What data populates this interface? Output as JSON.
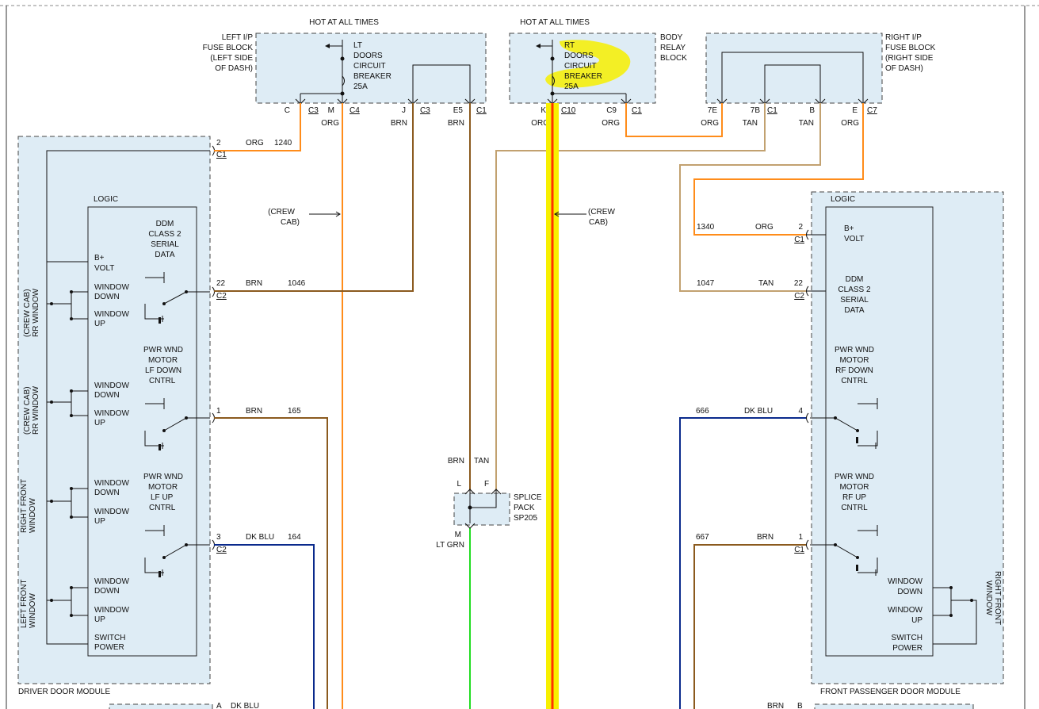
{
  "hot_at_all_times": "HOT AT ALL TIMES",
  "left_fuse_block": {
    "line1": "LEFT I/P",
    "line2": "FUSE BLOCK",
    "line3": "(LEFT SIDE",
    "line4": "OF DASH)"
  },
  "lt_breaker": {
    "line1": "LT",
    "line2": "DOORS",
    "line3": "CIRCUIT",
    "line4": "BREAKER",
    "line5": "25A"
  },
  "rt_breaker": {
    "line1": "RT",
    "line2": "DOORS",
    "line3": "CIRCUIT",
    "line4": "BREAKER",
    "line5": "25A"
  },
  "body_relay": {
    "line1": "BODY",
    "line2": "RELAY",
    "line3": "BLOCK"
  },
  "right_fuse_block": {
    "line1": "RIGHT I/P",
    "line2": "FUSE BLOCK",
    "line3": "(RIGHT SIDE",
    "line4": "OF DASH)"
  },
  "terminals": {
    "c": "C",
    "c3": "C3",
    "m": "M",
    "c4": "C4",
    "j": "J",
    "c3b": "C3",
    "e5": "E5",
    "c1": "C1",
    "k": "K",
    "c10": "C10",
    "c9": "C9",
    "c1b": "C1",
    "t7e": "7E",
    "t7b": "7B",
    "c1c": "C1",
    "b": "B",
    "e": "E",
    "c7": "C7"
  },
  "colors": {
    "org": "ORG",
    "brn": "BRN",
    "tan": "TAN",
    "dkblu": "DK BLU",
    "ltgrn": "LT GRN"
  },
  "crew_cab": {
    "line1": "(CREW",
    "line2": "CAB)"
  },
  "driver_module": {
    "name": "DRIVER DOOR MODULE",
    "logic": "LOGIC",
    "ddm": {
      "line1": "DDM",
      "line2": "CLASS 2",
      "line3": "SERIAL",
      "line4": "DATA"
    },
    "bplus": {
      "line1": "B+",
      "line2": "VOLT"
    },
    "window_down": {
      "line1": "WINDOW",
      "line2": "DOWN"
    },
    "window_up": {
      "line1": "WINDOW",
      "line2": "UP"
    },
    "lf_down": {
      "line1": "PWR WND",
      "line2": "MOTOR",
      "line3": "LF DOWN",
      "line4": "CNTRL"
    },
    "lf_up": {
      "line1": "PWR WND",
      "line2": "MOTOR",
      "line3": "LF UP",
      "line4": "CNTRL"
    },
    "switch_power": {
      "line1": "SWITCH",
      "line2": "POWER"
    },
    "rr_window": {
      "line1": "(CREW CAB)",
      "line2": "RR WINDOW"
    },
    "right_front": {
      "line1": "RIGHT FRONT",
      "line2": "WINDOW"
    },
    "left_front": {
      "line1": "LEFT FRONT",
      "line2": "WINDOW"
    }
  },
  "passenger_module": {
    "name": "FRONT PASSENGER DOOR MODULE",
    "logic": "LOGIC",
    "bplus": {
      "line1": "B+",
      "line2": "VOLT"
    },
    "ddm": {
      "line1": "DDM",
      "line2": "CLASS 2",
      "line3": "SERIAL",
      "line4": "DATA"
    },
    "rf_down": {
      "line1": "PWR WND",
      "line2": "MOTOR",
      "line3": "RF DOWN",
      "line4": "CNTRL"
    },
    "rf_up": {
      "line1": "PWR WND",
      "line2": "MOTOR",
      "line3": "RF UP",
      "line4": "CNTRL"
    },
    "window_down": {
      "line1": "WINDOW",
      "line2": "DOWN"
    },
    "window_up": {
      "line1": "WINDOW",
      "line2": "UP"
    },
    "switch_power": {
      "line1": "SWITCH",
      "line2": "POWER"
    },
    "right_front": {
      "line1": "RIGHT FRONT",
      "line2": "WINDOW"
    }
  },
  "circuits": {
    "d_pin2": "2",
    "d_c1": "C1",
    "d_1240": "1240",
    "d_pin22": "22",
    "d_c2": "C2",
    "d_1046": "1046",
    "d_pin1": "1",
    "d_165": "165",
    "d_pin3": "3",
    "d_c2b": "C2",
    "d_164": "164",
    "p_1340": "1340",
    "p_pin2": "2",
    "p_c1": "C1",
    "p_1047": "1047",
    "p_pin22": "22",
    "p_c2": "C2",
    "p_666": "666",
    "p_pin4": "4",
    "p_667": "667",
    "p_pin1": "1",
    "p_c1b": "C1"
  },
  "splice": {
    "line1": "SPLICE",
    "line2": "PACK",
    "line3": "SP205",
    "l": "L",
    "f": "F",
    "m": "M"
  },
  "bottom": {
    "a": "A",
    "b": "B"
  }
}
